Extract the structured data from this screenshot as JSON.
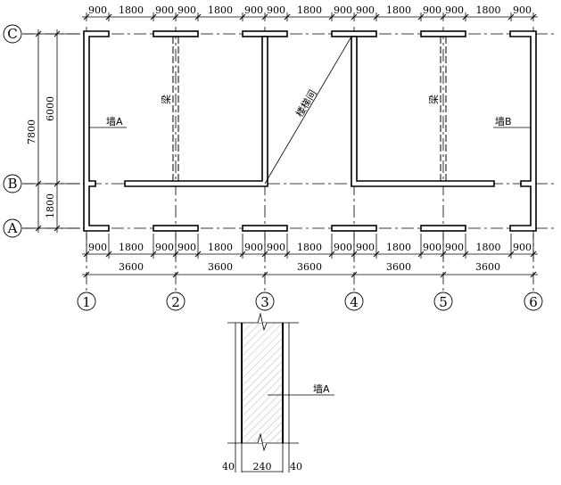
{
  "axes_columns": [
    "1",
    "2",
    "3",
    "4",
    "5",
    "6"
  ],
  "axes_rows": [
    "C",
    "B",
    "A"
  ],
  "top_dims": [
    "900",
    "1800",
    "900",
    "900",
    "1800",
    "900",
    "900",
    "1800",
    "900",
    "900",
    "1800",
    "900",
    "900",
    "1800",
    "900"
  ],
  "bottom_dims": [
    "900",
    "1800",
    "900",
    "900",
    "1800",
    "900",
    "900",
    "1800",
    "900",
    "900",
    "1800",
    "900",
    "900",
    "1800",
    "900"
  ],
  "bay_dims": [
    "3600",
    "3600",
    "3600",
    "3600",
    "3600"
  ],
  "left_dims": {
    "total": "7800",
    "upper": "6000",
    "lower": "1800"
  },
  "labels": {
    "wall_a": "墙A",
    "wall_b": "墙B",
    "beam_1": "梁",
    "beam_2": "梁",
    "stair": "楼梯间"
  },
  "detail": {
    "label": "墙A",
    "dims": [
      "40",
      "240",
      "40"
    ]
  }
}
